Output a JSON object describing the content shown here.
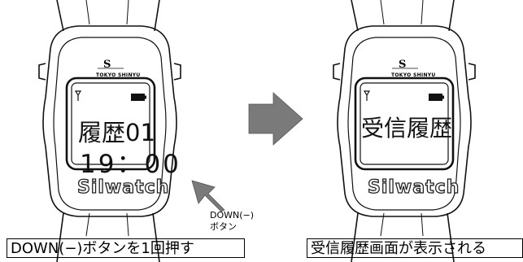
{
  "left_watch": {
    "lcd_line1": "履歴01",
    "lcd_line2": "19：00",
    "brand_name": "TOKYO SHINYU",
    "face_label": "Silwatch"
  },
  "right_watch": {
    "lcd_line1": "受信履歴",
    "brand_name": "TOKYO SHINYU",
    "face_label": "Silwatch"
  },
  "button_callout": "DOWN(−)\nボタン",
  "captions": {
    "left": "DOWN(−)ボタンを1回押す",
    "right": "受信履歴画面が表示される"
  },
  "icons": [
    "antenna-icon",
    "battery-icon",
    "brand-logo",
    "arrow-right-icon",
    "press-arrow-icon"
  ]
}
